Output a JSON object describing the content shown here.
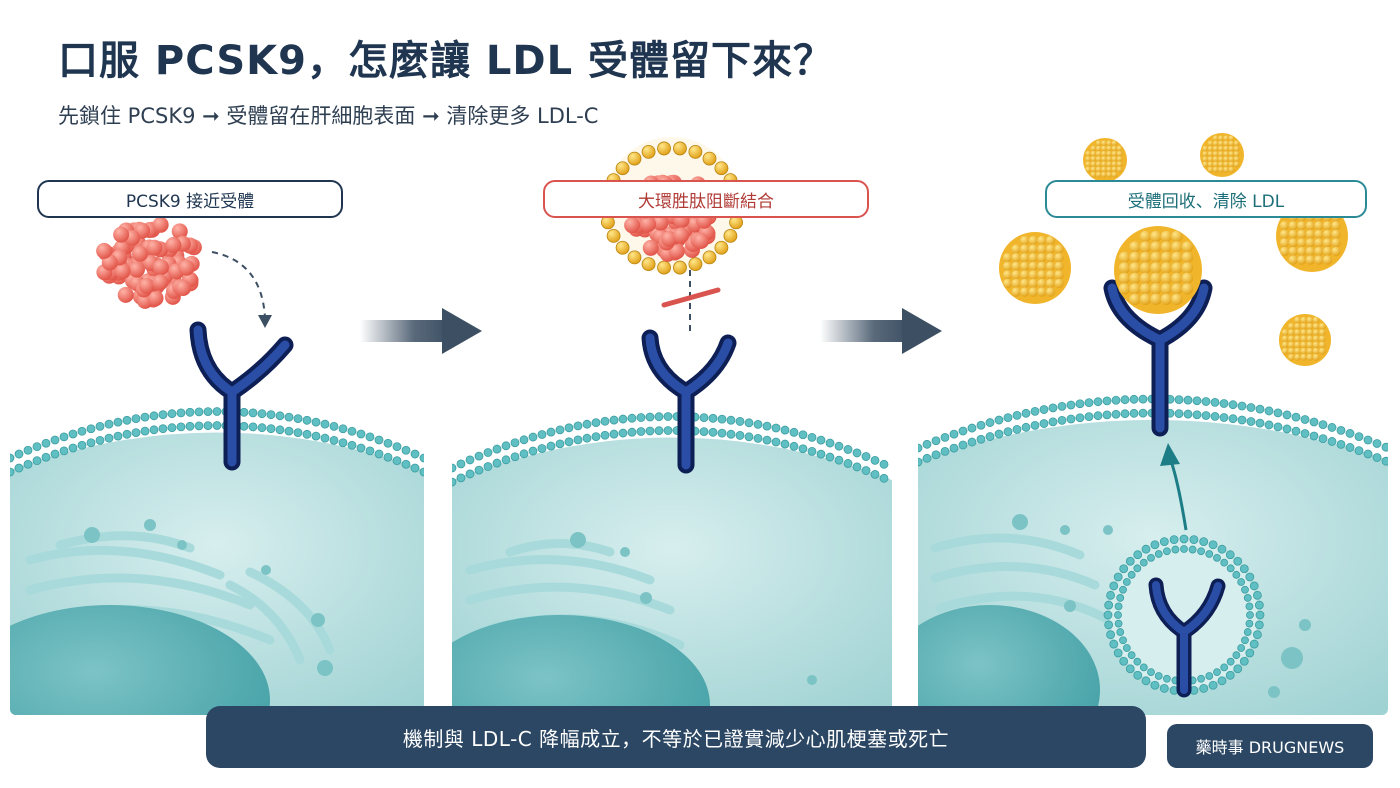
{
  "title": "口服 PCSK9，怎麼讓 LDL 受體留下來？",
  "subtitle": "先鎖住 PCSK9 ➞ 受體留在肝細胞表面 ➞ 清除更多 LDL-C",
  "panels": [
    {
      "label": "PCSK9 接近受體"
    },
    {
      "label": "大環胜肽阻斷結合"
    },
    {
      "label": "受體回收、清除 LDL"
    }
  ],
  "caption": "機制與 LDL-C 降幅成立，不等於已證實減少心肌梗塞或死亡",
  "brand": "藥時事 DRUGNEWS",
  "icons": [
    "pcsk9-protein-icon",
    "ldl-receptor-icon",
    "macrocyclic-peptide-ring-icon",
    "ldl-particle-icon",
    "arrow-right-icon",
    "endosome-vesicle-icon"
  ],
  "colors": {
    "navy": "#1f3550",
    "receptor": "#1b3a8a",
    "pcsk9": "#ee6a5e",
    "peptide": "#e3b31e",
    "ldl": "#f2bd2c",
    "cell": "#bfe3e4",
    "membrane": "#58b9bd",
    "block": "#d9534f",
    "bar": "#2b4763"
  }
}
